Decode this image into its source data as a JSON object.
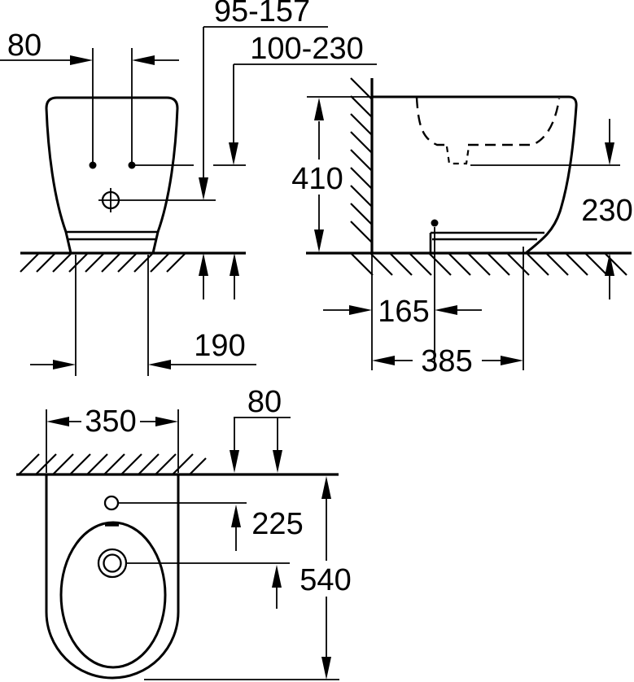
{
  "drawing": {
    "subject": "floor-standing bidet installation dimension drawing",
    "colors": {
      "line": "#000000",
      "background": "#ffffff"
    },
    "views": {
      "front": {
        "dims": {
          "hole_spacing": "80",
          "inlet_height_range": "95-157",
          "fixing_height_range": "100-230",
          "footprint_width": "190"
        }
      },
      "side": {
        "dims": {
          "height": "410",
          "outlet_height": "230",
          "fixing_from_wall": "165",
          "footprint_depth": "385"
        }
      },
      "top": {
        "dims": {
          "width": "350",
          "tap_hole_from_wall": "80",
          "drain_from_wall": "225",
          "depth": "540"
        }
      }
    }
  }
}
